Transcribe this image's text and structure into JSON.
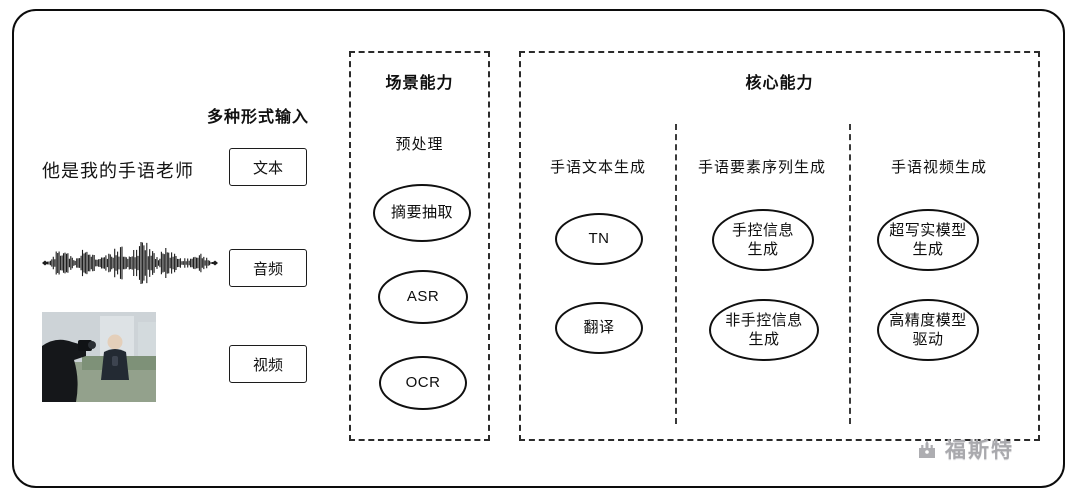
{
  "input_section": {
    "title": "多种形式输入",
    "text_example": "他是我的手语老师",
    "items": [
      {
        "label": "文本",
        "kind": "text"
      },
      {
        "label": "音频",
        "kind": "audio"
      },
      {
        "label": "视频",
        "kind": "video"
      }
    ]
  },
  "scene_capability": {
    "title": "场景能力",
    "subtitle": "预处理",
    "nodes": [
      "摘要抽取",
      "ASR",
      "OCR"
    ]
  },
  "core_capability": {
    "title": "核心能力",
    "columns": [
      {
        "header": "手语文本生成",
        "nodes": [
          "TN",
          "翻译"
        ]
      },
      {
        "header": "手语要素序列生成",
        "nodes": [
          "手控信息\n生成",
          "非手控信息\n生成"
        ]
      },
      {
        "header": "手语视频生成",
        "nodes": [
          "超写实模型\n生成",
          "高精度模型\n驱动"
        ]
      }
    ]
  },
  "watermark": {
    "text": "福斯特"
  },
  "colors": {
    "frame_border": "#0c0c0c",
    "dashed_border": "#2b2b2b",
    "node_border": "#101010",
    "watermark_gray": "#a9a9ad"
  }
}
